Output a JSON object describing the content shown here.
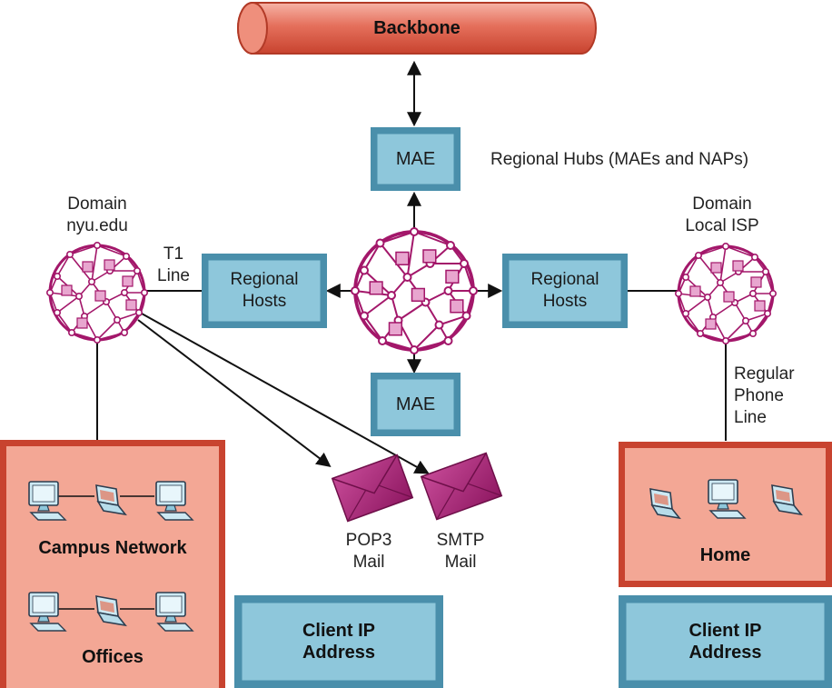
{
  "backbone": {
    "label": "Backbone"
  },
  "mae_top": {
    "label": "MAE"
  },
  "mae_bottom": {
    "label": "MAE"
  },
  "regional_hubs": {
    "label": "Regional Hubs (MAEs and NAPs)"
  },
  "regional_hosts_left": {
    "line1": "Regional",
    "line2": "Hosts"
  },
  "regional_hosts_right": {
    "line1": "Regional",
    "line2": "Hosts"
  },
  "domain_nyu": {
    "line1": "Domain",
    "line2": "nyu.edu"
  },
  "domain_isp": {
    "line1": "Domain",
    "line2": "Local ISP"
  },
  "t1_line": {
    "line1": "T1",
    "line2": "Line"
  },
  "phone_line": {
    "line1": "Regular",
    "line2": "Phone",
    "line3": "Line"
  },
  "campus": {
    "network_label": "Campus Network",
    "offices_label": "Offices"
  },
  "home": {
    "label": "Home"
  },
  "mail_pop3": {
    "line1": "POP3",
    "line2": "Mail"
  },
  "mail_smtp": {
    "line1": "SMTP",
    "line2": "Mail"
  },
  "client_ip_left": {
    "line1": "Client IP",
    "line2": "Address"
  },
  "client_ip_right": {
    "line1": "Client IP",
    "line2": "Address"
  },
  "colors": {
    "blue_face": "#8ec7db",
    "blue_edge": "#4a8fab",
    "salmon_face": "#f3a795",
    "salmon_edge": "#c8432f",
    "magenta": "#a3176a",
    "pink_square": "#e8a6cf"
  }
}
